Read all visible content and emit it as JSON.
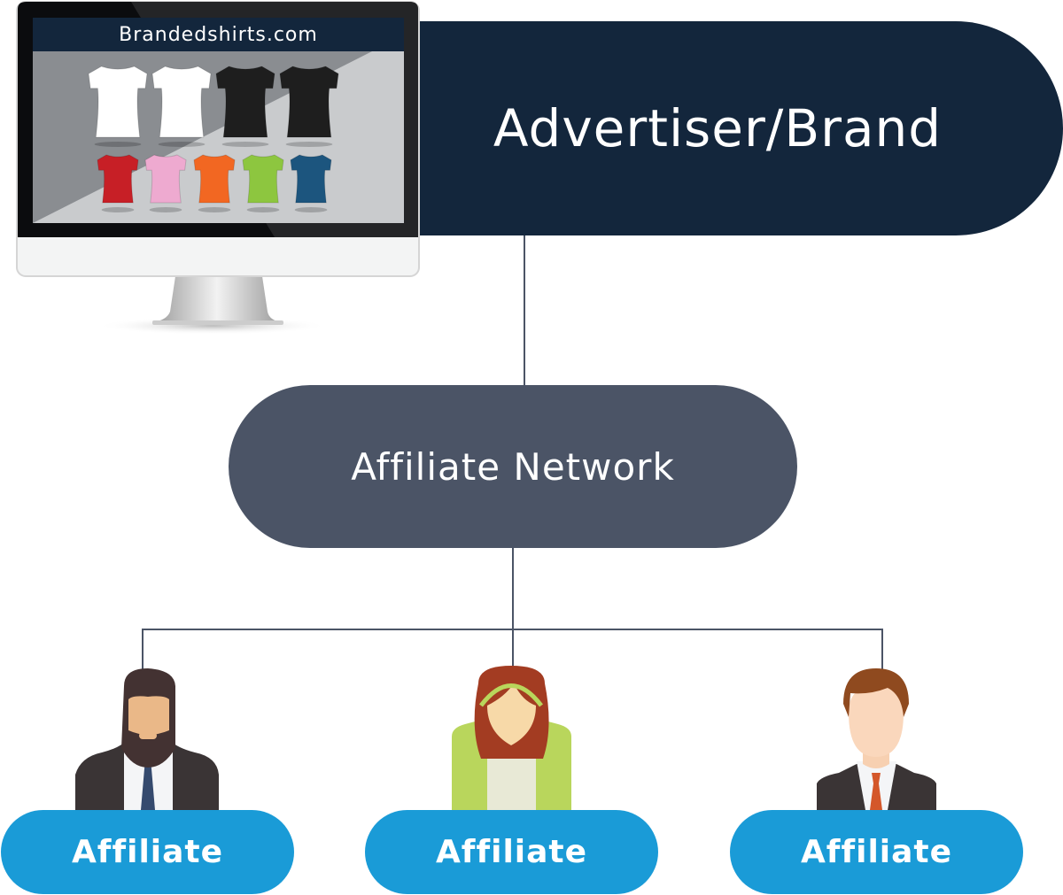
{
  "advertiser": {
    "label": "Advertiser/Brand"
  },
  "monitor": {
    "site_title": "Brandedshirts.com"
  },
  "network": {
    "label": "Affiliate Network"
  },
  "affiliates": [
    {
      "label": "Affiliate",
      "avatar": "bearded-man"
    },
    {
      "label": "Affiliate",
      "avatar": "woman"
    },
    {
      "label": "Affiliate",
      "avatar": "man"
    }
  ],
  "colors": {
    "brand_bg": "#13263c",
    "network_bg": "#4b5466",
    "affiliate_bg": "#1a9bd7",
    "connector": "#4b5466"
  },
  "shirts": {
    "row1": [
      "#ffffff",
      "#ffffff",
      "#1e1e1e",
      "#1e1e1e"
    ],
    "row2": [
      "#c71f26",
      "#eeaad0",
      "#f26722",
      "#8dc63f",
      "#1c557e"
    ]
  }
}
